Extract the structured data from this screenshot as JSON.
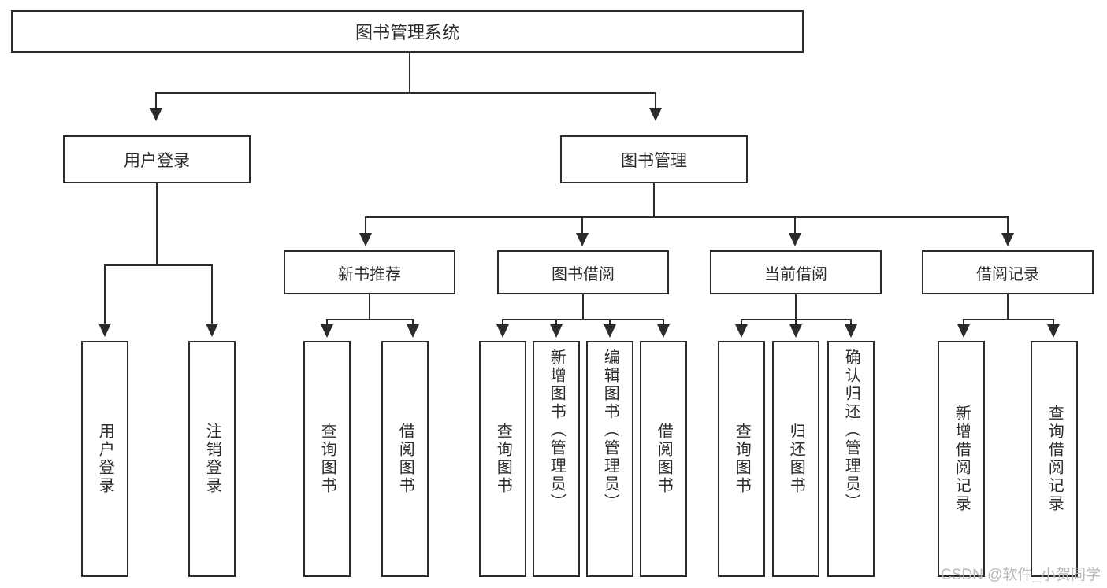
{
  "diagram": {
    "title": "图书管理系统",
    "type": "hierarchy-tree",
    "root": {
      "label": "图书管理系统"
    },
    "level2": [
      {
        "label": "用户登录"
      },
      {
        "label": "图书管理"
      }
    ],
    "level3": [
      {
        "label": "新书推荐"
      },
      {
        "label": "图书借阅"
      },
      {
        "label": "当前借阅"
      },
      {
        "label": "借阅记录"
      }
    ],
    "leaves": {
      "user_login": [
        {
          "label": "用户登录"
        },
        {
          "label": "注销登录"
        }
      ],
      "new_book_recommend": [
        {
          "label": "查询图书"
        },
        {
          "label": "借阅图书"
        }
      ],
      "book_borrow": [
        {
          "label": "查询图书"
        },
        {
          "label": "新增图书（管理员）"
        },
        {
          "label": "编辑图书（管理员）"
        },
        {
          "label": "借阅图书"
        }
      ],
      "current_borrow": [
        {
          "label": "查询图书"
        },
        {
          "label": "归还图书"
        },
        {
          "label": "确认归还（管理员）"
        }
      ],
      "borrow_record": [
        {
          "label": "新增借阅记录"
        },
        {
          "label": "查询借阅记录"
        }
      ]
    }
  },
  "watermark": {
    "text": "CSDN @软件_小贺同学"
  },
  "colors": {
    "stroke": "#2b2b2b",
    "background": "#ffffff",
    "watermark": "#b9b9b9"
  }
}
